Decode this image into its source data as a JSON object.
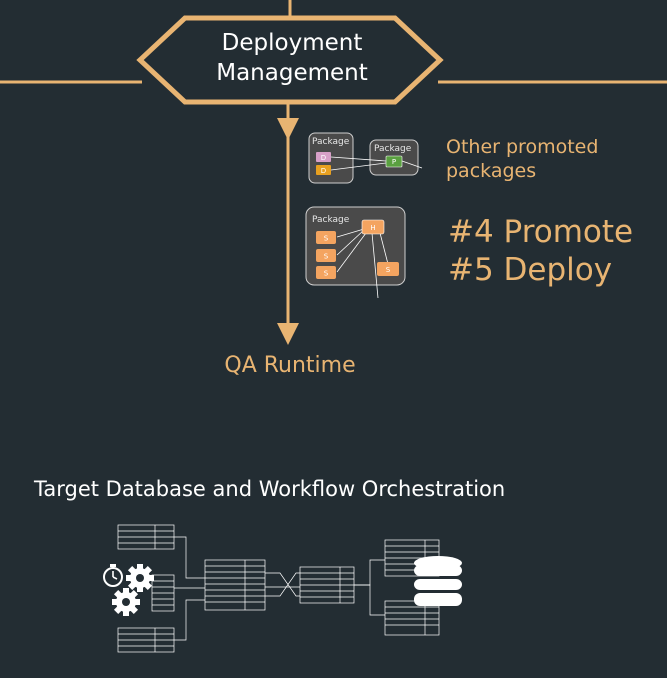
{
  "colors": {
    "background": "#232d33",
    "accent_orange": "#e8b472",
    "hex_fill": "#232d33",
    "package_fill": "#4a4a4a",
    "node_orange": "#f4a460",
    "node_pink": "#d8a0c8",
    "node_green": "#5aa040",
    "node_orange_dark": "#e8a020"
  },
  "hexagon": {
    "line1": "Deployment",
    "line2": "Management"
  },
  "packages": {
    "small_a": {
      "title": "Package",
      "nodes": [
        "D",
        "D"
      ]
    },
    "small_b": {
      "title": "Package",
      "nodes": [
        "P"
      ]
    },
    "large": {
      "title": "Package",
      "hub": "H",
      "nodes": [
        "S",
        "S",
        "S",
        "S"
      ]
    }
  },
  "other_promoted": {
    "line1": "Other promoted",
    "line2": "packages"
  },
  "steps": {
    "step4": "#4 Promote",
    "step5": "#5 Deploy"
  },
  "qa_runtime": "QA Runtime",
  "target_section": {
    "heading": "Target Database and Workflow Orchestration"
  },
  "icons": {
    "timer": "stopwatch-icon",
    "gears": "gears-icon",
    "database": "database-icon"
  }
}
